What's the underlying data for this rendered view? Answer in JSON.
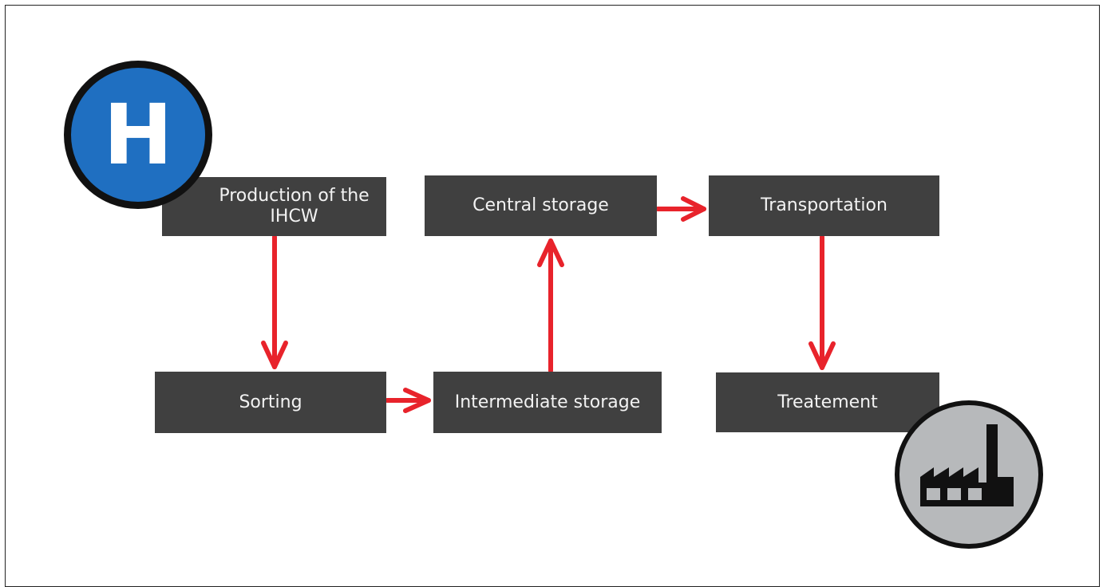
{
  "diagram": {
    "nodes": {
      "production": {
        "line1": "Production of the",
        "line2": "IHCW"
      },
      "sorting": {
        "label": "Sorting"
      },
      "intermediate_storage": {
        "label": "Intermediate storage"
      },
      "central_storage": {
        "label": "Central storage"
      },
      "transportation": {
        "label": "Transportation"
      },
      "treatement": {
        "label": "Treatement"
      }
    },
    "edges": [
      {
        "from": "production",
        "to": "sorting"
      },
      {
        "from": "sorting",
        "to": "intermediate_storage"
      },
      {
        "from": "intermediate_storage",
        "to": "central_storage"
      },
      {
        "from": "central_storage",
        "to": "transportation"
      },
      {
        "from": "transportation",
        "to": "treatement"
      }
    ],
    "hospital_badge": {
      "letter": "H"
    },
    "icons": {
      "start": "hospital-icon",
      "end": "factory-icon"
    },
    "colors": {
      "box": "#404040",
      "box_text": "#f2f2f2",
      "arrow": "#e8232b",
      "hospital_badge": "#1f6fc1",
      "factory_badge": "#b7b9bb"
    }
  }
}
